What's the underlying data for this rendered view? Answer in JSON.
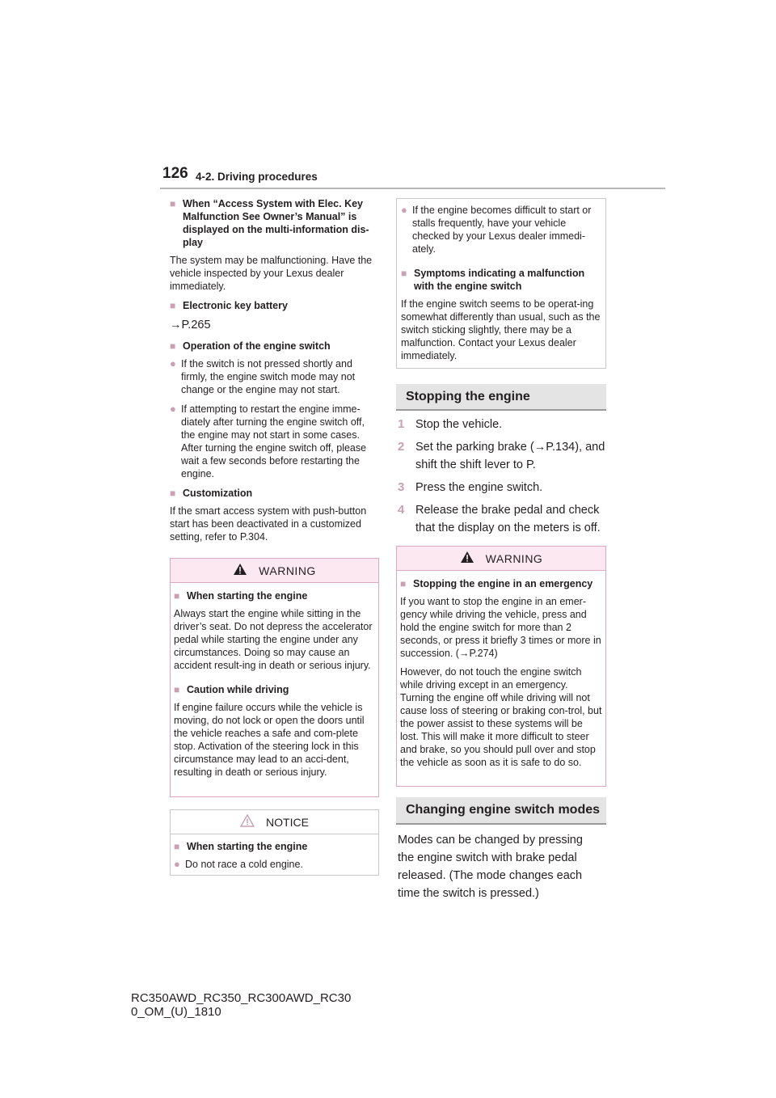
{
  "header": {
    "page_number": "126",
    "section": "4-2. Driving procedures"
  },
  "left": {
    "h1": "When “Access System with Elec. Key Malfunction See Owner’s Manual” is displayed on the multi-information dis-play",
    "p1": "The system may be malfunctioning. Have the vehicle inspected by your Lexus dealer immediately.",
    "h2": "Electronic key battery",
    "ref2": "→P.265",
    "h3": "Operation of the engine switch",
    "b1": "If the switch is not pressed shortly and firmly, the engine switch mode may not change or the engine may not start.",
    "b2": "If attempting to restart the engine imme-diately after turning the engine switch off, the engine may not start in some cases. After turning the engine switch off, please wait a few seconds before restarting the engine.",
    "h4": "Customization",
    "p4": "If the smart access system with push-button start has been deactivated in a customized setting, refer to P.304."
  },
  "warning1": {
    "title": "WARNING",
    "h1": "When starting the engine",
    "p1": "Always start the engine while sitting in the driver’s seat. Do not depress the accelerator pedal while starting the engine under any circumstances. Doing so may cause an accident result-ing in death or serious injury.",
    "h2": "Caution while driving",
    "p2": "If engine failure occurs while the vehicle is moving, do not lock or open the doors until the vehicle reaches a safe and com-plete stop. Activation of the steering lock in this circumstance may lead to an acci-dent, resulting in death or serious injury."
  },
  "notice": {
    "title": "NOTICE",
    "h1": "When starting the engine",
    "b1": "Do not race a cold engine."
  },
  "right": {
    "b1": "If the engine becomes difficult to start or stalls frequently, have your vehicle checked by your Lexus dealer immedi-ately.",
    "h1": "Symptoms indicating a malfunction with the engine switch",
    "p1": "If the engine switch seems to be operat-ing somewhat differently than usual, such as the switch sticking slightly, there may be a malfunction. Contact your Lexus dealer immediately.",
    "stop_heading": "Stopping the engine",
    "steps": [
      {
        "n": "1",
        "text": "Stop the vehicle."
      },
      {
        "n": "2",
        "text": "Set the parking brake (→P.134), and shift the shift lever to P."
      },
      {
        "n": "3",
        "text": "Press the engine switch."
      },
      {
        "n": "4",
        "text": "Release the brake pedal and check that the display on the meters is off."
      }
    ],
    "modes_heading": "Changing engine switch modes",
    "modes_text": "Modes can be changed by pressing the engine switch with brake pedal released. (The mode changes each time the switch is pressed.)"
  },
  "warning2": {
    "title": "WARNING",
    "h1": "Stopping the engine in an emergency",
    "p1": "If you want to stop the engine in an emer-gency while driving the vehicle, press and hold the engine switch for more than 2 seconds, or press it briefly 3 times or more in succession. (→P.274)",
    "p2": "However, do not touch the engine switch while driving except in an emergency. Turning the engine off while driving will not cause loss of steering or braking con-trol, but the power assist to these systems will be lost. This will make it more difficult to steer and brake, so you should pull over and stop the vehicle as soon as it is safe to do so."
  },
  "footer": {
    "line1": "RC350AWD_RC350_RC300AWD_RC30",
    "line2": "0_OM_(U)_1810"
  },
  "colors": {
    "accent": "#c9a0b4",
    "warning_bg": "#fbe8f1",
    "warning_border": "#dba8c2",
    "heading_bg": "#e4e4e4"
  }
}
